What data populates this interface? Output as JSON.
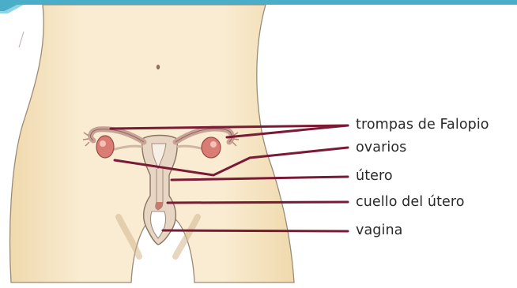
{
  "diagram": {
    "labels": {
      "fallopian_tubes": "trompas de Falopio",
      "ovaries": "ovarios",
      "uterus": "útero",
      "cervix": "cuello del útero",
      "vagina": "vagina"
    },
    "colors": {
      "top_band": "#4aaec9",
      "skin": "#f6e8cc",
      "skin_outline": "#9a8b76",
      "organ": "#c8a296",
      "ovary": "#d97c74",
      "leader_line": "#7a1a35",
      "label_text": "#2a2a2a"
    }
  }
}
